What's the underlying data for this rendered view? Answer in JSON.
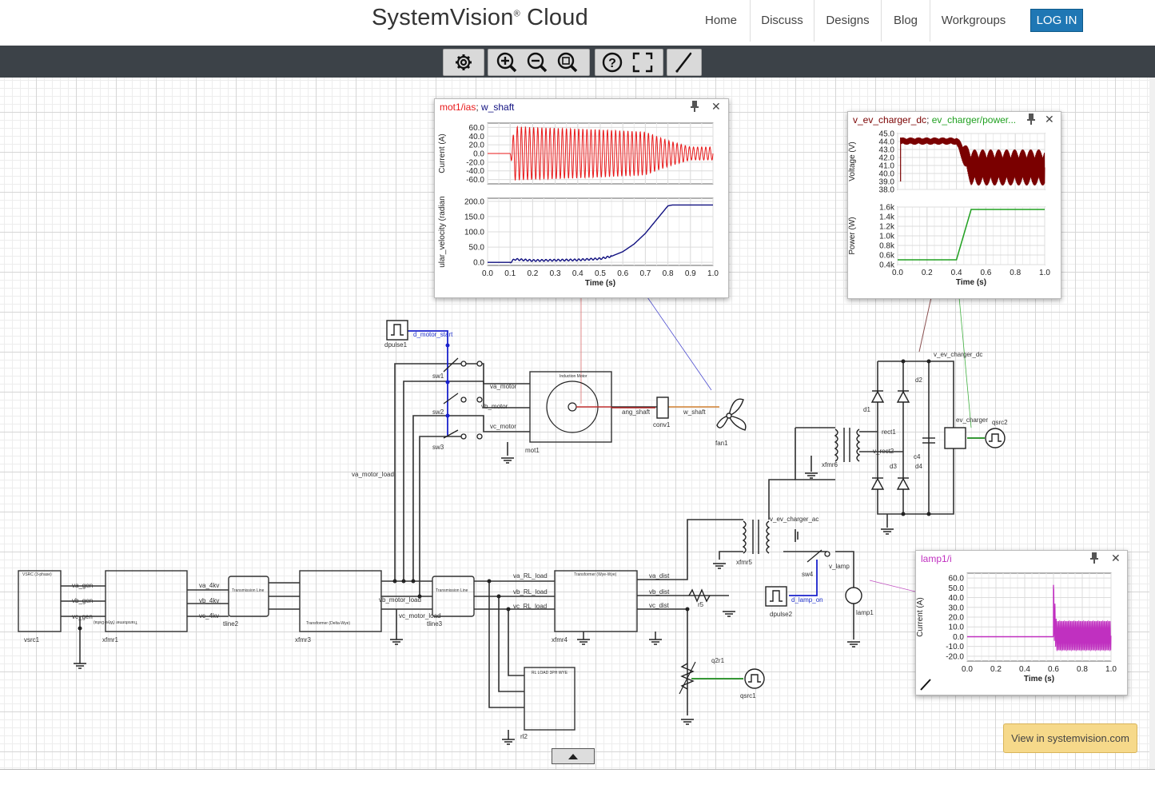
{
  "header": {
    "logo_main": "SystemVision",
    "logo_reg": "®",
    "logo_suffix": " Cloud",
    "nav": [
      "Home",
      "Discuss",
      "Designs",
      "Blog",
      "Workgroups"
    ],
    "login": "LOG IN"
  },
  "toolbar": {
    "icons": [
      "gear-icon",
      "zoom-in-icon",
      "zoom-out-icon",
      "zoom-fit-icon",
      "help-icon",
      "fullscreen-icon",
      "probe-icon"
    ]
  },
  "colors": {
    "accent": "#1f77b4",
    "toolbar_bg": "#3c4248",
    "wire_blue": "#1a22cc",
    "wire_green": "#1a8a1a",
    "series_red": "#e8191a",
    "series_navy": "#101080",
    "series_dark_red": "#7a0000",
    "series_green": "#20a020",
    "series_magenta": "#c030c0"
  },
  "schematic_labels": {
    "dpulse1": "dpulse1",
    "d_motor_start": "d_motor_start",
    "sw1": "sw1",
    "sw2": "sw2",
    "sw3": "sw3",
    "va_motor": "va_motor",
    "vb_motor": "vb_motor",
    "vc_motor": "vc_motor",
    "induction_motor": "Induction Motor",
    "mot1": "mot1",
    "ang_shaft": "ang_shaft",
    "w_shaft": "w_shaft",
    "conv1": "conv1",
    "fan1": "fan1",
    "va_motor_load": "va_motor_load",
    "vb_motor_load": "vb_motor_load",
    "vc_motor_load": "vc_motor_load",
    "vsrc_title": "VSRC (3-phase)",
    "vsrc1": "vsrc1",
    "va_gen": "va_gen",
    "vb_gen": "vb_gen",
    "vc_gen": "vc_gen",
    "xfmr1_title": "Transformer (Wye-Delta)",
    "xfmr1": "xfmr1",
    "va_4kv": "va_4kv",
    "vb_4kv": "vb_4kv",
    "vc_4kv": "vc_4kv",
    "tline_title": "Transmission Line",
    "tline2": "tline2",
    "tline3": "tline3",
    "xfmr3_title": "Transformer (Delta-Wye)",
    "xfmr3": "xfmr3",
    "va_RL_load": "va_RL_load",
    "vb_RL_load": "vb_RL_load",
    "vc_RL_load": "vc_RL_load",
    "xfmr4_title": "Transformer (Wye-Wye)",
    "xfmr4": "xfmr4",
    "va_dist": "va_dist",
    "vb_dist": "vb_dist",
    "vc_dist": "vc_dist",
    "r5": "r5",
    "q2r1": "q2r1",
    "qsrc1": "qsrc1",
    "rl_title": "RL LOAD 3PH WYE",
    "rl2": "rl2",
    "v_ev_charger_ac": "v_ev_charger_ac",
    "xfmr5": "xfmr5",
    "xfmr6": "xfmr6",
    "sw4": "sw4",
    "v_lamp": "v_lamp",
    "dpulse2": "dpulse2",
    "d_lamp_on": "d_lamp_on",
    "lamp1": "lamp1",
    "d1": "d1",
    "d2": "d2",
    "d3": "d3",
    "d4": "d4",
    "c4": "c4",
    "rect1": "rect1",
    "v_rect2": "v_rect2",
    "v_ev_charger_dc": "v_ev_charger_dc",
    "ev_charger": "ev_charger",
    "qsrc2": "qsrc2"
  },
  "plot_motor": {
    "title_a": "mot1/ias",
    "title_sep": "; ",
    "title_b": "w_shaft",
    "pin_icon": "pin-icon",
    "close_label": "✕"
  },
  "plot_charger": {
    "title_a": "v_ev_charger_dc",
    "title_sep": "; ",
    "title_b": "ev_charger/power...",
    "close_label": "✕"
  },
  "plot_lamp": {
    "title_a": "lamp1/i",
    "close_label": "✕"
  },
  "chart_data": [
    {
      "type": "line",
      "title": "mot1/ias",
      "xlabel": "Time (s)",
      "ylabel": "Current (A)",
      "xlim": [
        0,
        1.0
      ],
      "ylim": [
        -70,
        70
      ],
      "yticks": [
        60.0,
        40.0,
        20.0,
        0.0,
        -20.0,
        -40.0,
        -60.0
      ],
      "series": [
        {
          "name": "mot1/ias",
          "color": "#e8191a",
          "envelope": {
            "t": [
              0,
              0.1,
              0.12,
              0.5,
              0.7,
              0.8,
              0.9,
              1.0
            ],
            "amp": [
              0,
              0,
              62,
              55,
              50,
              30,
              15,
              15
            ]
          }
        }
      ]
    },
    {
      "type": "line",
      "title": "w_shaft",
      "xlabel": "Time (s)",
      "ylabel": "ular_velocity (radian",
      "xlim": [
        0,
        1.0
      ],
      "ylim": [
        -10,
        210
      ],
      "yticks": [
        200.0,
        150.0,
        100.0,
        50.0,
        0.0
      ],
      "xticks": [
        0.0,
        0.1,
        0.2,
        0.3,
        0.4,
        0.5,
        0.6,
        0.7,
        0.8,
        0.9,
        1.0
      ],
      "series": [
        {
          "name": "w_shaft",
          "color": "#101080",
          "x": [
            0,
            0.1,
            0.12,
            0.2,
            0.3,
            0.4,
            0.5,
            0.55,
            0.6,
            0.65,
            0.7,
            0.75,
            0.8,
            0.82,
            0.9,
            1.0
          ],
          "y": [
            0,
            0,
            10,
            6,
            7,
            8,
            12,
            20,
            35,
            60,
            95,
            140,
            185,
            188,
            188,
            188
          ]
        }
      ]
    },
    {
      "type": "line",
      "title": "v_ev_charger_dc",
      "xlabel": "",
      "ylabel": "Voltage (V)",
      "xlim": [
        0,
        1.0
      ],
      "ylim": [
        38.0,
        45.0
      ],
      "yticks": [
        45.0,
        44.0,
        43.0,
        42.0,
        41.0,
        40.0,
        39.0,
        38.0
      ],
      "series": [
        {
          "name": "v_ev_charger_dc",
          "color": "#7a0000",
          "envelope": {
            "t": [
              0,
              0.02,
              0.4,
              0.5,
              1.0
            ],
            "hi": [
              39,
              44.5,
              44.5,
              43.0,
              43.0
            ],
            "lo": [
              39,
              43.6,
              43.6,
              38.5,
              38.5
            ]
          }
        }
      ]
    },
    {
      "type": "line",
      "title": "ev_charger/power",
      "xlabel": "Time (s)",
      "ylabel": "Power (W)",
      "xlim": [
        0,
        1.0
      ],
      "ylim": [
        400,
        1600
      ],
      "yticks": [
        "1.6k",
        "1.4k",
        "1.2k",
        "1.0k",
        "0.8k",
        "0.6k",
        "0.4k"
      ],
      "xticks": [
        0.0,
        0.2,
        0.4,
        0.6,
        0.8,
        1.0
      ],
      "series": [
        {
          "name": "ev_charger/power",
          "color": "#20a020",
          "x": [
            0,
            0.4,
            0.5,
            1.0
          ],
          "y": [
            500,
            500,
            1550,
            1550
          ]
        }
      ]
    },
    {
      "type": "line",
      "title": "lamp1/i",
      "xlabel": "Time (s)",
      "ylabel": "Current (A)",
      "xlim": [
        0,
        1.0
      ],
      "ylim": [
        -25,
        65
      ],
      "yticks": [
        60.0,
        50.0,
        40.0,
        30.0,
        20.0,
        10.0,
        0.0,
        -10.0,
        -20.0
      ],
      "xticks": [
        0.0,
        0.2,
        0.4,
        0.6,
        0.8,
        1.0
      ],
      "series": [
        {
          "name": "lamp1/i",
          "color": "#c030c0",
          "envelope": {
            "t": [
              0,
              0.6,
              0.6,
              0.62,
              1.0
            ],
            "hi": [
              0,
              0,
              53,
              16,
              16
            ],
            "lo": [
              0,
              0,
              0,
              -14,
              -14
            ]
          }
        }
      ]
    }
  ],
  "footer": {
    "view_button": "View in systemvision.com",
    "collapse_icon": "chevron-up-icon"
  }
}
